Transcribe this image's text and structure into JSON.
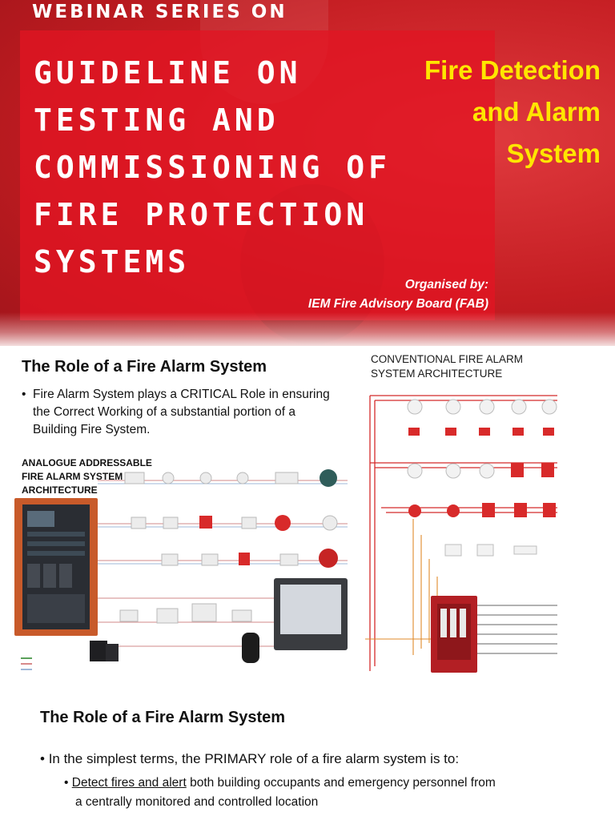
{
  "banner": {
    "series_label": "WEBINAR SERIES ON",
    "title_lines": [
      "GUIDELINE ON",
      "TESTING AND",
      "COMMISSIONING OF",
      "FIRE PROTECTION",
      "SYSTEMS"
    ],
    "topic_lines": [
      "Fire Detection",
      "and Alarm",
      "System"
    ],
    "organised_by_label": "Organised by:",
    "organiser": "IEM Fire Advisory Board (FAB)"
  },
  "section1": {
    "heading": "The Role of a Fire Alarm System",
    "bullet": "Fire Alarm System plays a CRITICAL Role in ensuring the Correct Working of a substantial portion of a Building Fire System.",
    "analogue_label_lines": [
      "ANALOGUE ADDRESSABLE",
      "FIRE ALARM SYSTEM",
      "ARCHITECTURE"
    ],
    "conventional_title_lines": [
      "CONVENTIONAL FIRE ALARM",
      "SYSTEM ARCHITECTURE"
    ]
  },
  "section2": {
    "heading": "The Role of a Fire Alarm System",
    "bullet": "In the simplest terms, the PRIMARY role of a fire alarm system is to:",
    "sub_underlined": "Detect fires and alert",
    "sub_rest": " both building occupants and emergency personnel from",
    "sub_line2": "a centrally monitored and controlled location"
  },
  "colors": {
    "banner_red": "#c41d22",
    "topic_yellow": "#ffe600",
    "wire_red": "#d42a2a",
    "wire_orange": "#e08a2a"
  },
  "icons": {
    "bullet": "•"
  }
}
